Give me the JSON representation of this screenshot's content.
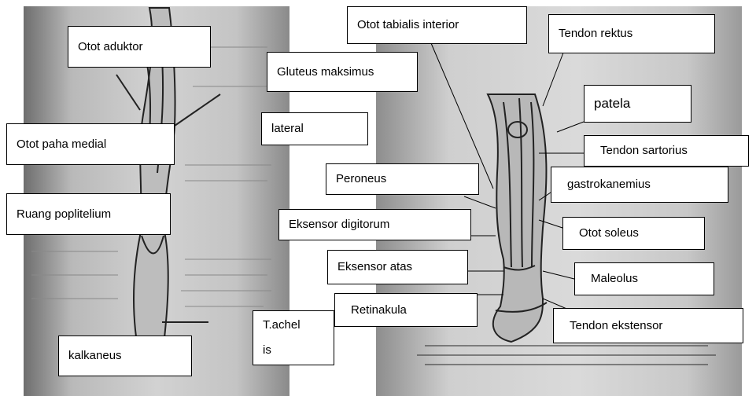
{
  "labels": {
    "otot_aduktor": "Otot aduktor",
    "gluteus_maksimus": "Gluteus maksimus",
    "otot_paha_medial": "Otot paha medial",
    "lateral": "lateral",
    "ruang_poplitelium": "Ruang poplitelium",
    "t_achel": "T.achel",
    "is": "is",
    "kalkaneus": "kalkaneus",
    "otot_tabialis_interior": "Otot tabialis interior",
    "tendon_rektus": "Tendon rektus",
    "patela": "patela",
    "tendon_sartorius": "Tendon sartorius",
    "peroneus": "Peroneus",
    "gastrokanemius": "gastrokanemius",
    "eksensor_digitorum": "Eksensor digitorum",
    "otot_soleus": "Otot soleus",
    "eksensor_atas": "Eksensor atas",
    "maleolus": "Maleolus",
    "retinakula": "Retinakula",
    "tendon_ekstensor": "Tendon ekstensor"
  }
}
